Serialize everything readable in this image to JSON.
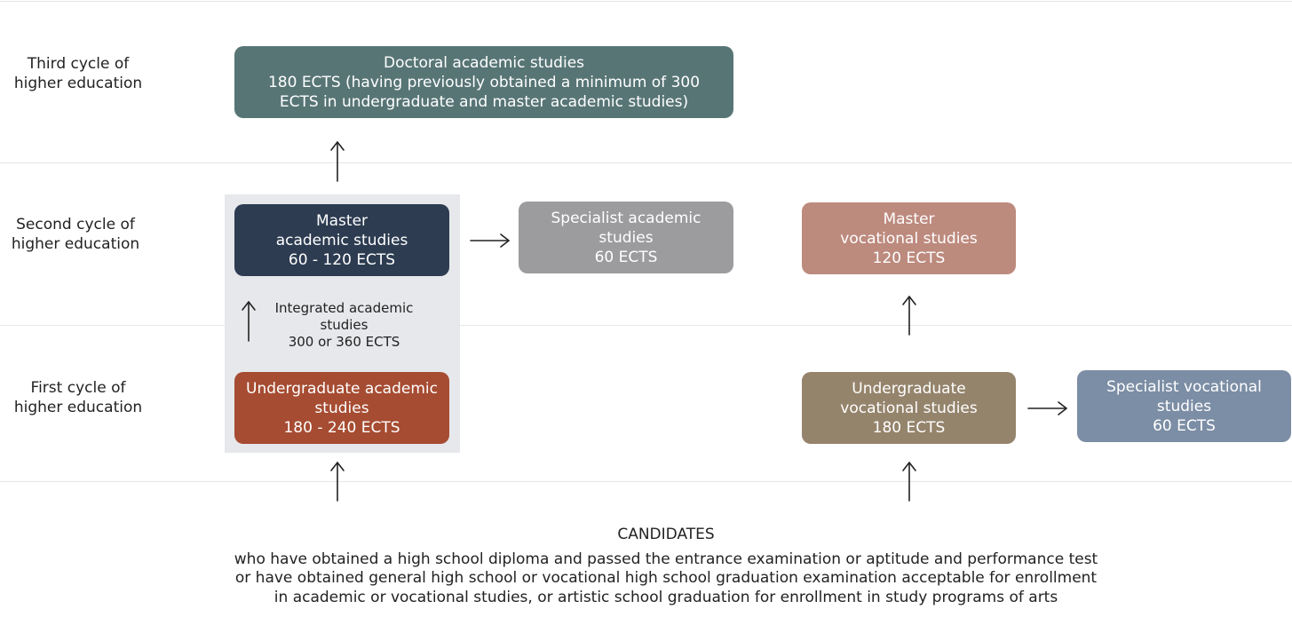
{
  "cycles": {
    "third": [
      "Third cycle of",
      "higher education"
    ],
    "second": [
      "Second cycle of",
      "higher education"
    ],
    "first": [
      "First cycle of",
      "higher education"
    ]
  },
  "boxes": {
    "doctoral": {
      "lines": [
        "Doctoral academic studies",
        "180 ECTS (having previously obtained a minimum of 300",
        "ECTS in undergraduate and master academic studies)"
      ],
      "color": "#587576"
    },
    "master_academic": {
      "lines": [
        "Master",
        "academic studies",
        "60 - 120 ECTS"
      ],
      "color": "#2d3c51"
    },
    "specialist_academic": {
      "lines": [
        "Specialist academic",
        "studies",
        "60 ECTS"
      ],
      "color": "#9c9c9e"
    },
    "master_vocational": {
      "lines": [
        "Master",
        "vocational studies",
        "120 ECTS"
      ],
      "color": "#bd8a7e"
    },
    "undergraduate_academic": {
      "lines": [
        "Undergraduate academic",
        "studies",
        "180 - 240 ECTS"
      ],
      "color": "#a64c32"
    },
    "undergraduate_vocational": {
      "lines": [
        "Undergraduate",
        "vocational studies",
        "180 ECTS"
      ],
      "color": "#95846c"
    },
    "specialist_vocational": {
      "lines": [
        "Specialist vocational",
        "studies",
        "60 ECTS"
      ],
      "color": "#7c8ea5"
    }
  },
  "integrated": {
    "lines": [
      "Integrated academic",
      "studies",
      "300 or 360 ECTS"
    ]
  },
  "candidates": {
    "title": "CANDIDATES",
    "lines": [
      "who have obtained a high school diploma and passed the entrance examination or aptitude and performance test",
      "or have obtained general high school or vocational high school graduation examination acceptable for enrollment",
      "in academic or vocational studies, or artistic school graduation for enrollment in study programs of arts"
    ]
  }
}
